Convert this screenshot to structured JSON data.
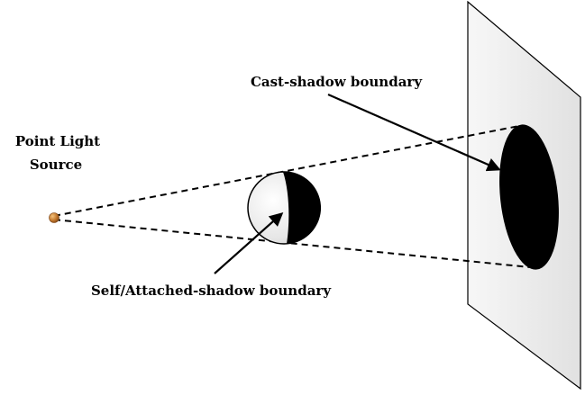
{
  "labels": {
    "light_line1": "Point Light",
    "light_line2": "Source",
    "cast_shadow": "Cast-shadow boundary",
    "self_shadow": "Self/Attached-shadow boundary"
  },
  "colors": {
    "light_source": "#b8712a",
    "cast_shadow": "#000000",
    "self_shadow": "#000000",
    "sphere_lit": "#eeeeee",
    "screen_plane": "#eeeeee"
  }
}
